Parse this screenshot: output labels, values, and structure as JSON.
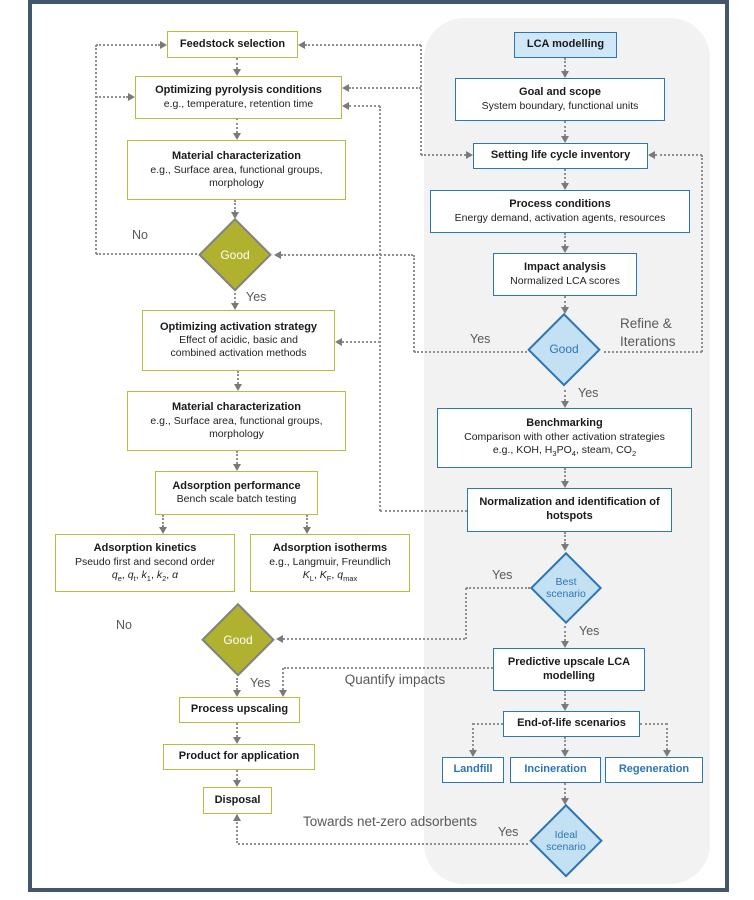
{
  "left": {
    "feedstock": {
      "title": "Feedstock selection"
    },
    "pyrolysis": {
      "title": "Optimizing pyrolysis conditions",
      "sub": "e.g., temperature, retention time"
    },
    "material_char1": {
      "title": "Material characterization",
      "sub": "e.g., Surface area, functional groups, morphology"
    },
    "activation": {
      "title": "Optimizing activation strategy",
      "sub": "Effect of acidic, basic and combined activation methods"
    },
    "material_char2": {
      "title": "Material characterization",
      "sub": "e.g., Surface area, functional groups, morphology"
    },
    "adsorption_perf": {
      "title": "Adsorption performance",
      "sub": "Bench scale batch testing"
    },
    "kinetics": {
      "title": "Adsorption kinetics",
      "sub": "Pseudo first and second order",
      "formula_html": "<i>q</i><sub>e</sub>, <i>q</i><sub>t</sub>, <i>k</i><sub>1</sub>, <i>k</i><sub>2</sub>, <i>α</i>"
    },
    "isotherms": {
      "title": "Adsorption isotherms",
      "sub": "e.g., Langmuir, Freundlich",
      "formula_html": "<i>K</i><sub>L</sub>, <i>K</i><sub>F</sub>, <i>q</i><sub>max</sub>"
    },
    "upscaling": {
      "title": "Process upscaling"
    },
    "product": {
      "title": "Product for application"
    },
    "disposal": {
      "title": "Disposal"
    }
  },
  "right": {
    "lca": {
      "title": "LCA modelling"
    },
    "goal_scope": {
      "title": "Goal and scope",
      "sub": "System boundary, functional units"
    },
    "inventory": {
      "title": "Setting life cycle inventory"
    },
    "process_cond": {
      "title": "Process conditions",
      "sub": "Energy demand, activation agents, resources"
    },
    "impact": {
      "title": "Impact analysis",
      "sub": "Normalized LCA scores"
    },
    "benchmarking": {
      "title": "Benchmarking",
      "sub": "Comparison with other activation strategies",
      "formula_html": "e.g., KOH, H<sub>3</sub>PO<sub>4</sub>, steam, CO<sub>2</sub>"
    },
    "normalization": {
      "title": "Normalization and identification of hotspots"
    },
    "predictive": {
      "title": "Predictive upscale LCA modelling"
    },
    "eol": {
      "title": "End-of-life scenarios"
    },
    "landfill": {
      "title": "Landfill"
    },
    "incineration": {
      "title": "Incineration"
    },
    "regeneration": {
      "title": "Regeneration"
    }
  },
  "decisions": {
    "good1": {
      "label": "Good"
    },
    "good2": {
      "label": "Good"
    },
    "good_lca": {
      "label": "Good"
    },
    "best": {
      "label": "Best scenario"
    },
    "ideal": {
      "label": "Ideal scenario"
    }
  },
  "labels": {
    "no1": "No",
    "yes1": "Yes",
    "no2": "No",
    "yes2": "Yes",
    "lca_yes_left": "Yes",
    "lca_yes_down": "Yes",
    "refine": "Refine & Iterations",
    "best_yes_left": "Yes",
    "best_yes_down": "Yes",
    "quantify": "Quantify impacts",
    "ideal_yes": "Yes",
    "net_zero": "Towards net-zero adsorbents"
  },
  "colors": {
    "olive_border": "#b9bd3c",
    "olive_fill": "#b0b22f",
    "blue_border": "#2e75b6",
    "light_blue_fill": "#cfe7f6",
    "panel_bg": "#f2f2f2",
    "frame": "#46566a",
    "connector": "#8f8f8f",
    "label_text": "#595959"
  }
}
